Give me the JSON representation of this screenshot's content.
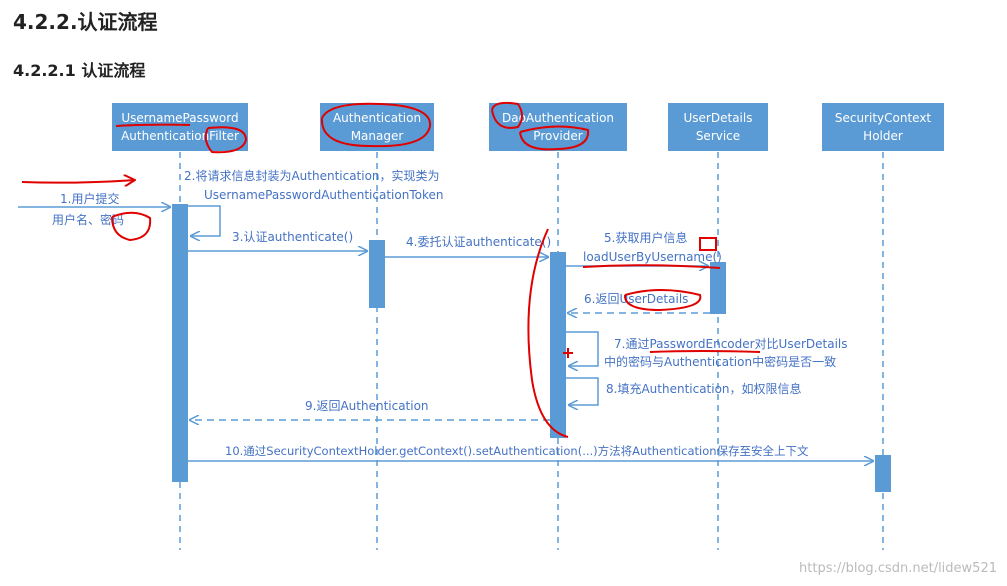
{
  "headings": {
    "h1": "4.2.2.认证流程",
    "h2": "4.2.2.1 认证流程"
  },
  "participants": [
    {
      "id": "filter",
      "line1": "UsernamePassword",
      "line2": "AuthenticationFilter"
    },
    {
      "id": "manager",
      "line1": "Authentication",
      "line2": "Manager"
    },
    {
      "id": "provider",
      "line1": "DaoAuthentication",
      "line2": "Provider"
    },
    {
      "id": "uds",
      "line1": "UserDetails",
      "line2": "Service"
    },
    {
      "id": "holder",
      "line1": "SecurityContext",
      "line2": "Holder"
    }
  ],
  "messages": [
    {
      "id": "m1a",
      "text": "1.用户提交"
    },
    {
      "id": "m1b",
      "text": "用户名、密码"
    },
    {
      "id": "m2a",
      "text": "2.将请求信息封装为Authentication，实现类为"
    },
    {
      "id": "m2b",
      "text": "UsernamePasswordAuthenticationToken"
    },
    {
      "id": "m3",
      "text": "3.认证authenticate()"
    },
    {
      "id": "m4",
      "text": "4.委托认证authenticate()"
    },
    {
      "id": "m5a",
      "text": "5.获取用户信息"
    },
    {
      "id": "m5b",
      "text": "loadUserByUsername()"
    },
    {
      "id": "m6",
      "text": "6.返回UserDetails"
    },
    {
      "id": "m7a",
      "text": "7.通过PasswordEncoder对比UserDetails"
    },
    {
      "id": "m7b",
      "text": "中的密码与Authentication中密码是否一致"
    },
    {
      "id": "m8",
      "text": "8.填充Authentication，如权限信息"
    },
    {
      "id": "m9",
      "text": "9.返回Authentication"
    },
    {
      "id": "m10",
      "text": "10.通过SecurityContextHolder.getContext().setAuthentication(...)方法将Authentication保存至安全上下文"
    }
  ],
  "watermark": "https://blog.csdn.net/lidew521",
  "colors": {
    "participant_box": "#5b9bd5",
    "participant_text": "#ffffff",
    "lifeline": "#5b9bd5",
    "activation": "#5b9bd5",
    "arrow": "#5b9bd5",
    "message_text": "#4472c4",
    "annotation": "#e00000"
  }
}
